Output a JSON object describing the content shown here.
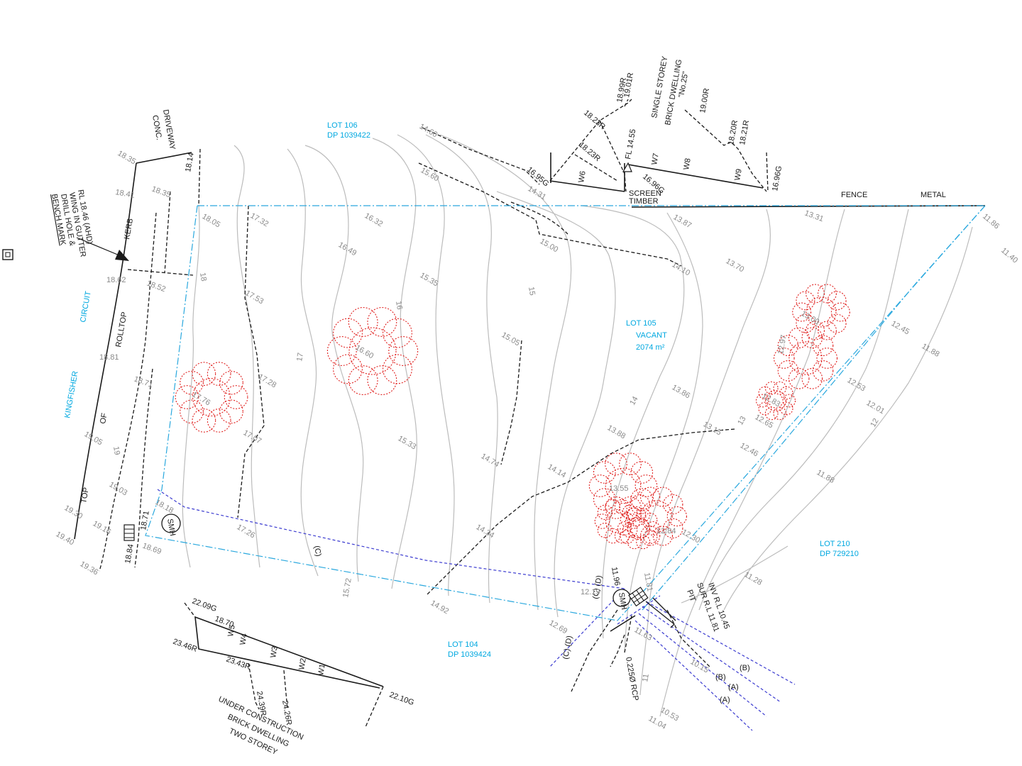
{
  "street": {
    "name_1": "KINGFISHER",
    "name_2": "CIRCUIT",
    "top": "TOP",
    "of": "OF",
    "kerb": "KERB",
    "rolltop": "ROLLTOP"
  },
  "lots": {
    "lot105": {
      "title": "LOT 105",
      "status": "VACANT",
      "area": "2074 m²"
    },
    "lot106": {
      "title": "LOT 106",
      "dp": "DP 1039422"
    },
    "lot104": {
      "title": "LOT 104",
      "dp": "DP 1039424"
    },
    "lot210": {
      "title": "LOT 210",
      "dp": "DP 729210"
    }
  },
  "dwellings": {
    "no25": {
      "line1": "SINGLE STOREY",
      "line2": "BRICK DWELLING",
      "line3": "\"No.25\""
    },
    "under_construction": {
      "line1": "UNDER CONSTRUCTION",
      "line2": "BRICK DWELLING",
      "line3": "TWO STOREY"
    }
  },
  "benchmark": {
    "line1": "RL 18.46 (AHD)",
    "line2": "WING IN GUTTER",
    "line3": "DRILL HOLE &",
    "line4": "BENCH MARK"
  },
  "driveway": {
    "line1": "DRIVEWAY",
    "line2": "CONC."
  },
  "fence": {
    "fence": "FENCE",
    "metal": "METAL",
    "screen": "SCREEN",
    "timber": "TIMBER"
  },
  "pit": {
    "inv": "INV R.L 10.45",
    "sur": "SUR R.L 11.81",
    "pit": "PIT",
    "rcp": "0.225Ø RCP",
    "smh": "SMH"
  },
  "contour_labels": [
    "18",
    "17",
    "16",
    "15",
    "14",
    "13",
    "12",
    "11",
    "19"
  ],
  "windows": [
    "W6",
    "W7",
    "W8",
    "W9",
    "W5",
    "W4",
    "W3",
    "W2",
    "W1"
  ],
  "service_labels": [
    "(C)",
    "(C) (D)",
    "(C) (D)",
    "(B)",
    "(B)",
    "(A)",
    "(A)"
  ],
  "levels": {
    "l1835": "18.35",
    "l1841": "18.41",
    "l1835b": "18.35",
    "l1814": "18.14",
    "l1805": "18.05",
    "l1732": "17.32",
    "l1862": "18.62",
    "l1852": "18.52",
    "l1881": "18.81",
    "l1871": "18.71",
    "l1753": "17.53",
    "l1776": "17.76",
    "l1728": "17.28",
    "l1707": "17.07",
    "l1905": "19.05",
    "l1903": "19.03",
    "l1930": "19.30",
    "l1916": "19.16",
    "l1940": "19.40",
    "l1936": "19.36",
    "l1818": "18.18",
    "l1884": "18.84",
    "l1871b": "18.71",
    "l1869": "18.69",
    "l1726": "17.26",
    "l1572": "15.72",
    "l1492": "14.92",
    "l1632": "16.32",
    "l1649": "16.49",
    "l1660": "16.60",
    "l1535": "15.35",
    "l1533": "15.33",
    "l1460": "14.60",
    "l1560": "15.60",
    "l1431": "14.31",
    "l1500": "15.00",
    "l1505": "15.05",
    "l1474": "14.74",
    "l1434": "14.34",
    "l1387": "13.87",
    "l1410": "14.10",
    "l1370": "13.70",
    "l1331": "13.31",
    "l1186": "11.86",
    "l1140": "11.40",
    "l1300": "13.00",
    "l1297": "12.97",
    "l1283": "12.83",
    "l1265": "12.65",
    "l1245": "12.45",
    "l1188": "11.88",
    "l1253": "12.53",
    "l1201": "12.01",
    "l1188b": "11.88",
    "l1386": "13.86",
    "l1315": "13.15",
    "l1388": "13.88",
    "l1246": "12.46",
    "l1414": "14.14",
    "l1355": "13.55",
    "l1284": "12.84",
    "l1230": "12.30",
    "l1219": "12.19",
    "l1196": "11.96",
    "l1181": "11.81",
    "l1269": "12.69",
    "l1163": "11.63",
    "l1128": "11.28",
    "l1015": "10.15",
    "l1053": "10.53",
    "l1104": "11.04",
    "l1901r": "19.01R",
    "l1899r": "18.99R",
    "l1823r": "18.23R",
    "l1823rb": "18.23R",
    "l1900r": "19.00R",
    "l1820r": "18.20R",
    "l1821r": "18.21R",
    "l1695g": "16.95G",
    "l1696g": "16.96G",
    "l1696gb": "16.96G",
    "fl1455": "FL 14.55",
    "l2209g": "22.09G",
    "l1870": "18.70",
    "l2346r": "23.46R",
    "l2343r": "23.43R",
    "l2439r": "24.39R",
    "l2426r": "24.26R",
    "l2210g": "22.10G"
  },
  "colors": {
    "boundary": "#2aa8de",
    "tree": "#e0201e",
    "service": "#3b3bd0",
    "contour": "#bcbcbc",
    "ink": "#1a1a1a"
  },
  "icons": {
    "north_marker": "square-marker-icon"
  }
}
